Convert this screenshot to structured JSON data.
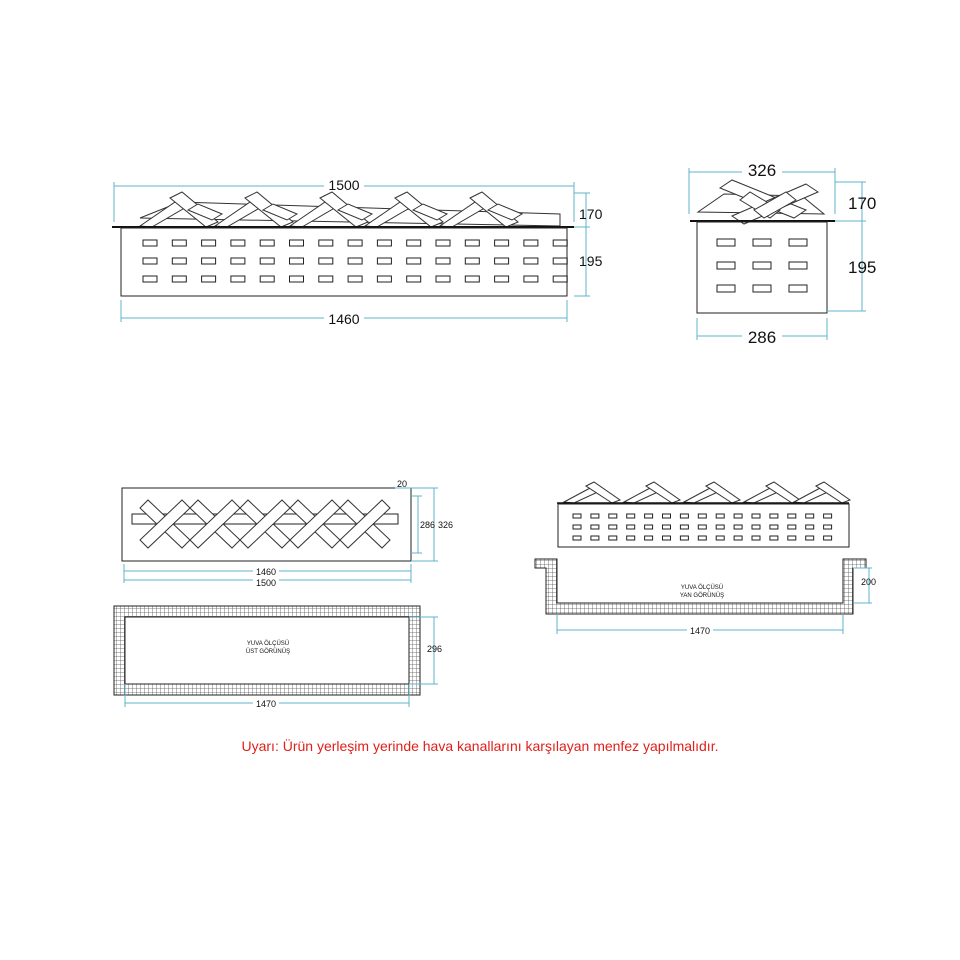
{
  "front_view": {
    "width_total": "1500",
    "height_logs": "170",
    "height_body": "195",
    "width_body": "1460",
    "slot_columns": 15,
    "slot_rows": 3
  },
  "side_view": {
    "width_total": "326",
    "height_logs": "170",
    "height_body": "195",
    "width_body": "286",
    "slot_columns": 3,
    "slot_rows": 3
  },
  "top_view": {
    "edge": "20",
    "depth_inner": "286",
    "depth_outer": "326",
    "width_inner": "1460",
    "width_outer": "1500"
  },
  "niche_top": {
    "label_line1": "YUVA ÖLÇÜSÜ",
    "label_line2": "ÜST GÖRÜNÜŞ",
    "depth": "296",
    "width": "1470"
  },
  "niche_side": {
    "label_line1": "YUVA ÖLÇÜSÜ",
    "label_line2": "YAN GÖRÜNÜŞ",
    "height": "200",
    "width": "1470"
  },
  "warning": "Uyarı: Ürün yerleşim yerinde hava kanallarını karşılayan menfez yapılmalıdır.",
  "colors": {
    "dimension_line": "#5fb3c8",
    "warning_text": "#e0201b"
  }
}
